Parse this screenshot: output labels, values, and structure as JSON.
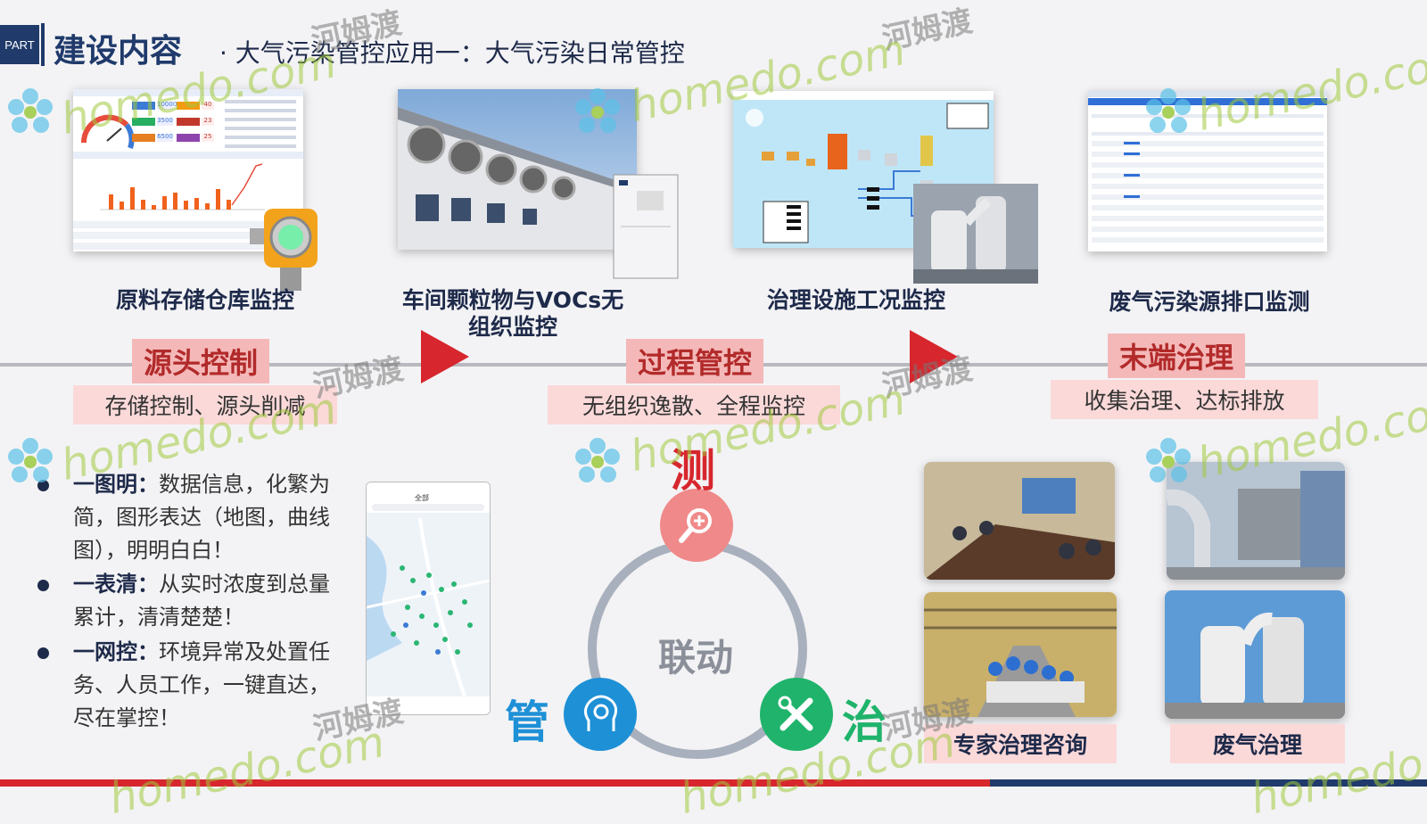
{
  "header": {
    "part_label": "PART",
    "title_main": "建设内容",
    "title_sub": "· 大气污染管控应用一：大气污染日常管控"
  },
  "top_items": [
    {
      "caption": "原料存储仓库监控"
    },
    {
      "caption": "车间颗粒物与VOCs无组织监控"
    },
    {
      "caption": "治理设施工况监控"
    },
    {
      "caption": "废气污染源排口监测"
    }
  ],
  "dashboard_numbers": [
    "10000",
    "40",
    "3500",
    "23",
    "6500",
    "25"
  ],
  "stages": [
    {
      "title": "源头控制",
      "sub": "存储控制、源头削减"
    },
    {
      "title": "过程管控",
      "sub": "无组织逸散、全程监控"
    },
    {
      "title": "末端治理",
      "sub": "收集治理、达标排放"
    }
  ],
  "bullets": [
    {
      "key": "一图明：",
      "text": "数据信息，化繁为简，图形表达（地图，曲线图），明明白白！"
    },
    {
      "key": "一表清：",
      "text": "从实时浓度到总量累计，清清楚楚！"
    },
    {
      "key": "一网控：",
      "text": "环境异常及处置任务、人员工作，一键直达，尽在掌控！"
    }
  ],
  "phone": {
    "tab": "全部"
  },
  "cycle": {
    "center": "联动",
    "top": "测",
    "left": "管",
    "right": "治"
  },
  "photos": [
    {
      "caption": "专家治理咨询"
    },
    {
      "caption": "废气治理"
    }
  ],
  "watermark": {
    "latin": "homedo.com",
    "cn": "河姆渡"
  },
  "colors": {
    "navy": "#1f3a6b",
    "red_accent": "#d7262d",
    "pink": "#f4b8b8",
    "pink_light": "#fbd9d9",
    "blue_node": "#1e90d6",
    "green_node": "#1fb36b",
    "pink_node": "#f08a8a"
  }
}
